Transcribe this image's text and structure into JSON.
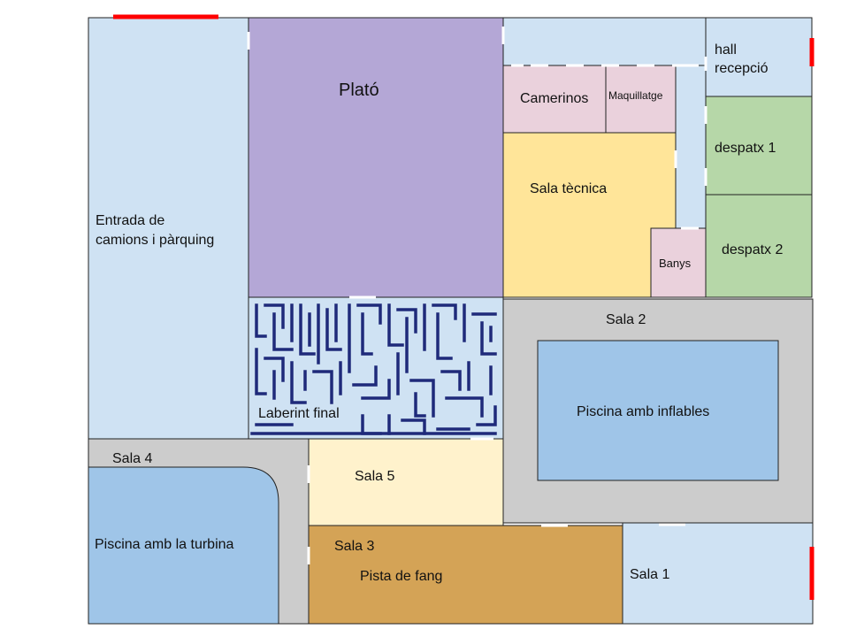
{
  "colors": {
    "light_blue": "#cfe2f3",
    "purple": "#b4a7d6",
    "pink": "#ead1dc",
    "yellow": "#ffe599",
    "green": "#b6d7a8",
    "grey": "#cccccc",
    "pool_blue": "#9fc5e8",
    "cream": "#fff2cc",
    "mud": "#d4a356",
    "maze_ink": "#1f2a7a",
    "door_white": "#ffffff",
    "exit_red": "#ff0000",
    "outline": "#222222"
  },
  "rooms": {
    "entrada": {
      "line1": "Entrada de",
      "line2": "camions i pàrquing"
    },
    "plato": "Plató",
    "hall": {
      "line1": "hall",
      "line2": "recepció"
    },
    "camerinos": "Camerinos",
    "maquillatge": "Maquillatge",
    "sala_tecnica": "Sala tècnica",
    "despatx1": "despatx 1",
    "despatx2": "despatx 2",
    "banys": "Banys",
    "laberint": "Laberint final",
    "sala2": "Sala 2",
    "piscina_inflables": "Piscina amb inflables",
    "sala4": "Sala 4",
    "piscina_turbina": "Piscina amb la turbina",
    "sala5": "Sala 5",
    "sala3": "Sala 3",
    "pista_fang": "Pista de fang",
    "sala1": "Sala 1"
  }
}
